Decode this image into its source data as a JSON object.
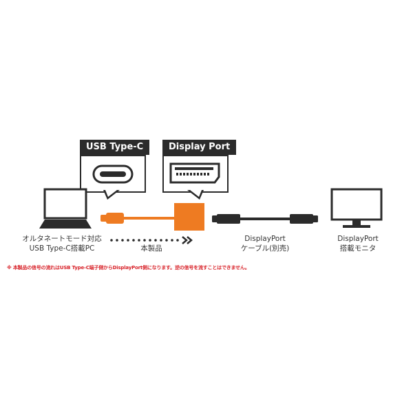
{
  "callouts": {
    "usbc": {
      "title": "USB Type-C",
      "icon": "usb-c-port-icon"
    },
    "dp": {
      "title": "Display Port",
      "icon": "displayport-port-icon"
    }
  },
  "devices": {
    "pc": {
      "line1": "オルタネートモード対応",
      "line2": "USB Type-C搭載PC",
      "icon": "laptop-icon"
    },
    "product": {
      "label": "本製品",
      "icon": "adapter-icon"
    },
    "cable": {
      "line1": "DisplayPort",
      "line2": "ケーブル(別売)",
      "icon": "cable-icon"
    },
    "monitor": {
      "line1": "DisplayPort",
      "line2": "搭載モニタ",
      "icon": "monitor-icon"
    }
  },
  "note": "※ 本製品の信号の流れはUSB Type-C端子側からDisplayPort側になります。逆の信号を流すことはできません。",
  "colors": {
    "accent": "#ee7b22",
    "dark": "#2b2b2b",
    "note": "#d8232a"
  }
}
